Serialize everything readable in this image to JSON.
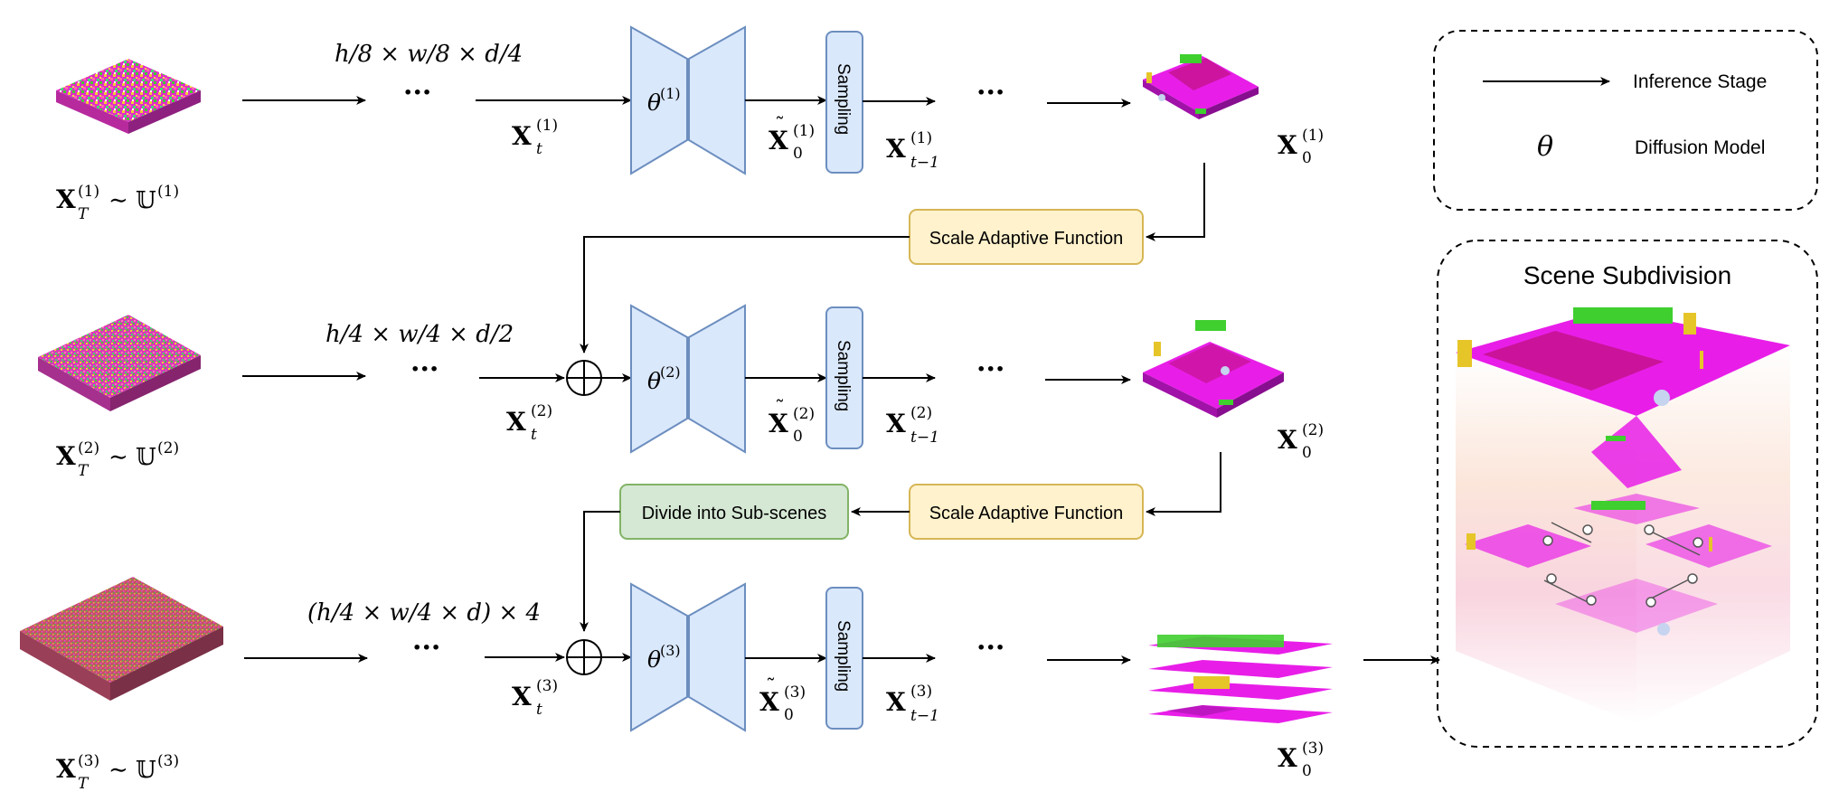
{
  "rows": [
    {
      "noise_var": "X",
      "noise_sub": "T",
      "noise_sup": "(1)",
      "noise_dist": "∼ 𝕌",
      "noise_dist_sup": "(1)",
      "size_label": "h/8 × w/8 × d/4",
      "dots": "···",
      "xt_sub": "t",
      "xt_sup": "(1)",
      "theta": "θ",
      "theta_sup": "(1)",
      "sampling": "Sampling",
      "x0t_sub": "0",
      "x0t_sup": "(1)",
      "xtm1_sub": "t−1",
      "xtm1_sup": "(1)",
      "dots2": "···",
      "x0_sub": "0",
      "x0_sup": "(1)"
    },
    {
      "noise_var": "X",
      "noise_sub": "T",
      "noise_sup": "(2)",
      "noise_dist": "∼ 𝕌",
      "noise_dist_sup": "(2)",
      "size_label": "h/4 × w/4 × d/2",
      "dots": "···",
      "xt_sub": "t",
      "xt_sup": "(2)",
      "theta": "θ",
      "theta_sup": "(2)",
      "sampling": "Sampling",
      "x0t_sub": "0",
      "x0t_sup": "(2)",
      "xtm1_sub": "t−1",
      "xtm1_sup": "(2)",
      "dots2": "···",
      "x0_sub": "0",
      "x0_sup": "(2)"
    },
    {
      "noise_var": "X",
      "noise_sub": "T",
      "noise_sup": "(3)",
      "noise_dist": "∼ 𝕌",
      "noise_dist_sup": "(3)",
      "size_label": "(h/4 × w/4 × d) × 4",
      "dots": "···",
      "xt_sub": "t",
      "xt_sup": "(3)",
      "theta": "θ",
      "theta_sup": "(3)",
      "sampling": "Sampling",
      "x0t_sub": "0",
      "x0t_sup": "(3)",
      "xtm1_sub": "t−1",
      "xtm1_sup": "(3)",
      "dots2": "···",
      "x0_sub": "0",
      "x0_sup": "(3)"
    }
  ],
  "boxes": {
    "scale_adaptive_1": "Scale Adaptive Function",
    "scale_adaptive_2": "Scale Adaptive Function",
    "divide": "Divide into Sub-scenes"
  },
  "legend": {
    "arrow_label": "Inference Stage",
    "theta_symbol": "θ",
    "theta_label": "Diffusion Model"
  },
  "panel": {
    "title": "Scene Subdivision"
  },
  "colors": {
    "unet_fill": "#dae8fc",
    "unet_stroke": "#6c8ebf",
    "scale_fill": "#fff2cc",
    "scale_stroke": "#d6b656",
    "divide_fill": "#d5e8d4",
    "divide_stroke": "#82b366",
    "magenta": "#e81ee8",
    "green": "#3fcf2f",
    "yellow": "#e6c528"
  }
}
